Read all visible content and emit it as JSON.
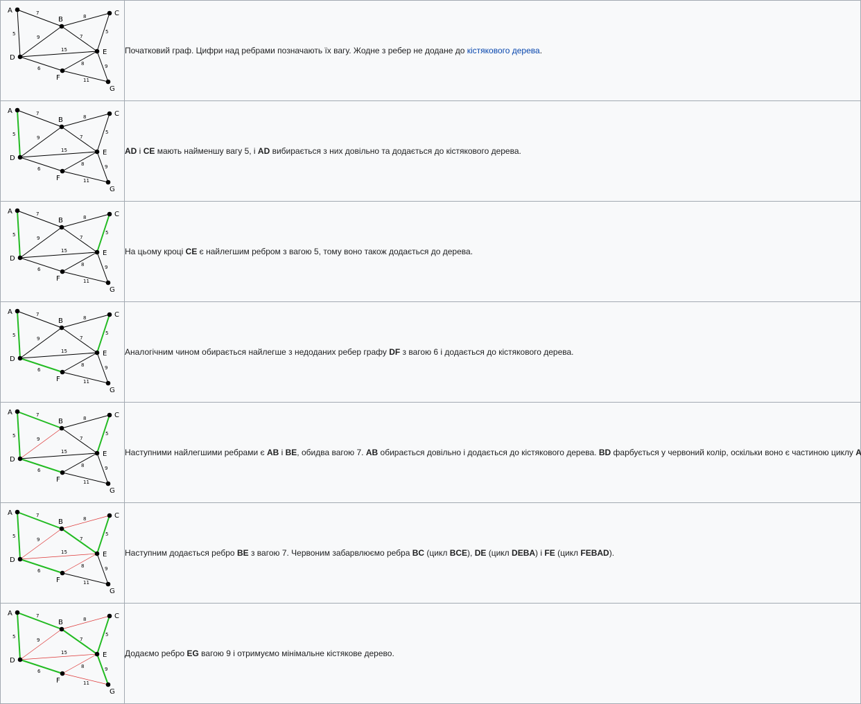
{
  "colors": {
    "default_edge": "#000000",
    "tree_edge": "#22bb22",
    "cycle_edge": "#dd3333",
    "link": "#0645ad"
  },
  "graph": {
    "nodes": [
      "A",
      "B",
      "C",
      "D",
      "E",
      "F",
      "G"
    ],
    "edges": [
      {
        "id": "AB",
        "from": "A",
        "to": "B",
        "weight": "7"
      },
      {
        "id": "AD",
        "from": "A",
        "to": "D",
        "weight": "5"
      },
      {
        "id": "BC",
        "from": "B",
        "to": "C",
        "weight": "8"
      },
      {
        "id": "BD",
        "from": "B",
        "to": "D",
        "weight": "9"
      },
      {
        "id": "BE",
        "from": "B",
        "to": "E",
        "weight": "7"
      },
      {
        "id": "CE",
        "from": "C",
        "to": "E",
        "weight": "5"
      },
      {
        "id": "DE",
        "from": "D",
        "to": "E",
        "weight": "15"
      },
      {
        "id": "DF",
        "from": "D",
        "to": "F",
        "weight": "6"
      },
      {
        "id": "EF",
        "from": "E",
        "to": "F",
        "weight": "8"
      },
      {
        "id": "EG",
        "from": "E",
        "to": "G",
        "weight": "9"
      },
      {
        "id": "FG",
        "from": "F",
        "to": "G",
        "weight": "11"
      }
    ]
  },
  "steps": [
    {
      "green": [],
      "red": [],
      "segments": [
        {
          "t": "Початковий граф. Цифри над ребрами позначають їх вагу. Жодне з ребер не додане до "
        },
        {
          "t": "кістякового дерева",
          "link": true
        },
        {
          "t": "."
        }
      ]
    },
    {
      "green": [
        "AD"
      ],
      "red": [],
      "segments": [
        {
          "t": "AD",
          "b": true
        },
        {
          "t": " і "
        },
        {
          "t": "CE",
          "b": true
        },
        {
          "t": " мають найменшу вагу 5, і "
        },
        {
          "t": "AD",
          "b": true
        },
        {
          "t": " вибирається з них довільно та додається до кістякового дерева."
        }
      ]
    },
    {
      "green": [
        "AD",
        "CE"
      ],
      "red": [],
      "segments": [
        {
          "t": "На цьому кроці "
        },
        {
          "t": "CE",
          "b": true
        },
        {
          "t": " є найлегшим ребром з вагою 5, тому воно також додається до дерева."
        }
      ]
    },
    {
      "green": [
        "AD",
        "CE",
        "DF"
      ],
      "red": [],
      "segments": [
        {
          "t": "Аналогічним чином обирається найлегше з недоданих ребер графу "
        },
        {
          "t": "DF",
          "b": true
        },
        {
          "t": " з вагою 6 і додається до кістякового дерева."
        }
      ]
    },
    {
      "green": [
        "AD",
        "CE",
        "DF",
        "AB"
      ],
      "red": [
        "BD"
      ],
      "segments": [
        {
          "t": "Наступними найлегшими ребрами є "
        },
        {
          "t": "AB",
          "b": true
        },
        {
          "t": " і "
        },
        {
          "t": "BE",
          "b": true
        },
        {
          "t": ", обидва вагою 7. "
        },
        {
          "t": "AB",
          "b": true
        },
        {
          "t": " обирається довільно і додається до кістякового дерева. "
        },
        {
          "t": "BD",
          "b": true
        },
        {
          "t": " фарбується у червоний колір, оскільки воно є частиною циклу "
        },
        {
          "t": "ABD",
          "b": true
        },
        {
          "t": "."
        }
      ]
    },
    {
      "green": [
        "AD",
        "CE",
        "DF",
        "AB",
        "BE"
      ],
      "red": [
        "BD",
        "BC",
        "DE",
        "EF"
      ],
      "segments": [
        {
          "t": "Наступним додається ребро "
        },
        {
          "t": "BE",
          "b": true
        },
        {
          "t": " з вагою 7. Червоним забарвлюємо ребра "
        },
        {
          "t": "BC",
          "b": true
        },
        {
          "t": " (цикл "
        },
        {
          "t": "BCE",
          "b": true
        },
        {
          "t": "), "
        },
        {
          "t": "DE",
          "b": true
        },
        {
          "t": " (цикл "
        },
        {
          "t": "DEBA",
          "b": true
        },
        {
          "t": ") і "
        },
        {
          "t": "FE",
          "b": true
        },
        {
          "t": " (цикл "
        },
        {
          "t": "FEBAD",
          "b": true
        },
        {
          "t": ")."
        }
      ]
    },
    {
      "green": [
        "AD",
        "CE",
        "DF",
        "AB",
        "BE",
        "EG"
      ],
      "red": [
        "BD",
        "BC",
        "DE",
        "EF",
        "FG"
      ],
      "segments": [
        {
          "t": "Додаємо ребро "
        },
        {
          "t": "EG",
          "b": true
        },
        {
          "t": " вагою 9 і отримуємо мінімальне кістякове дерево."
        }
      ]
    }
  ]
}
